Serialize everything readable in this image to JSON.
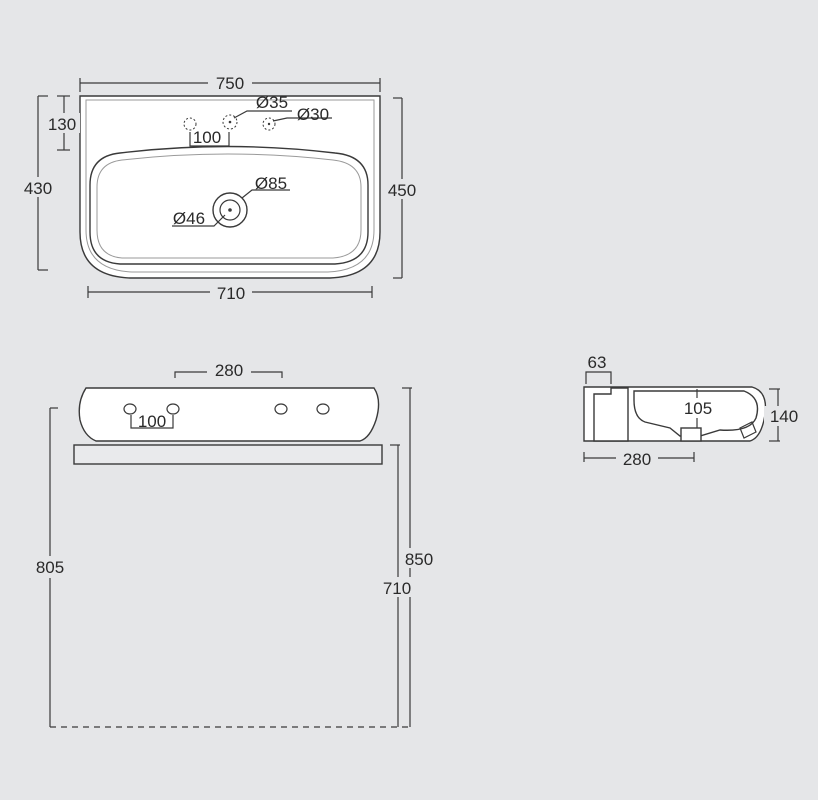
{
  "colors": {
    "background": "#e5e6e8",
    "line": "#3a3a3a",
    "ceramic": "#ffffff",
    "text": "#2a2a2a"
  },
  "top_view": {
    "overall_width": "750",
    "tap_zone_depth": "130",
    "tap_spacing": "100",
    "tap_hole_large": "Ø35",
    "tap_hole_small": "Ø30",
    "inner_depth": "430",
    "overall_depth": "450",
    "overflow_outer": "Ø85",
    "drain_inner": "Ø46",
    "base_width": "710"
  },
  "front_view": {
    "hole_spacing_outer": "280",
    "hole_spacing_inner": "100",
    "height_to_bottom": "805",
    "height_total": "850",
    "height_to_top": "710"
  },
  "side_view": {
    "wall_thickness": "63",
    "bowl_depth": "105",
    "height": "140",
    "depth": "280"
  }
}
